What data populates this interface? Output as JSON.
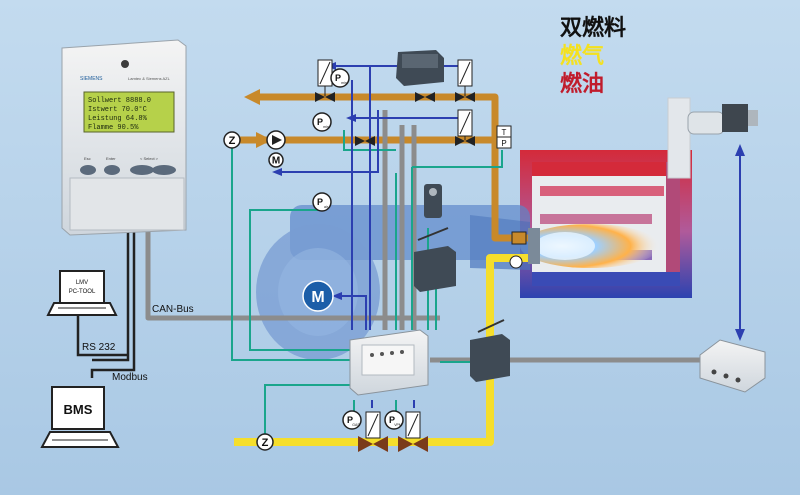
{
  "legend": {
    "title": "双燃料",
    "gas": "燃气",
    "oil": "燃油",
    "colors": {
      "title": "#111111",
      "gas": "#f4e11f",
      "oil": "#c01c2c"
    }
  },
  "controller": {
    "brand": "SIEMENS",
    "model": "Lamtec & Siemens AZL",
    "display": [
      "Sollwert  8888.0",
      "Istwert   70.0°C",
      "Leistung  64.8%",
      "Flamme    90.5%"
    ],
    "buttons": [
      "Esc",
      "Enter",
      "< Select >"
    ]
  },
  "labels": {
    "can_bus": "CAN-Bus",
    "rs232": "RS 232",
    "modbus": "Modbus",
    "pc_tool": "LMV\nPC-TOOL",
    "bms": "BMS",
    "motor": "M",
    "z": "Z",
    "p": "P",
    "p_air": "air",
    "p_min": "min",
    "p_gas": "GAS",
    "p_vpm": "VPM",
    "t": "T",
    "tp_p": "P"
  },
  "colors": {
    "background": "#b7d2ea",
    "gas_pipe": "#f5de2c",
    "oil_pipe": "#c8892a",
    "can_bus": "#8c8c8c",
    "signal_teal": "#1aa58c",
    "signal_blue": "#2c3fb0",
    "boiler_flue": "#d42a3a",
    "boiler_cold": "#2c43b0"
  }
}
